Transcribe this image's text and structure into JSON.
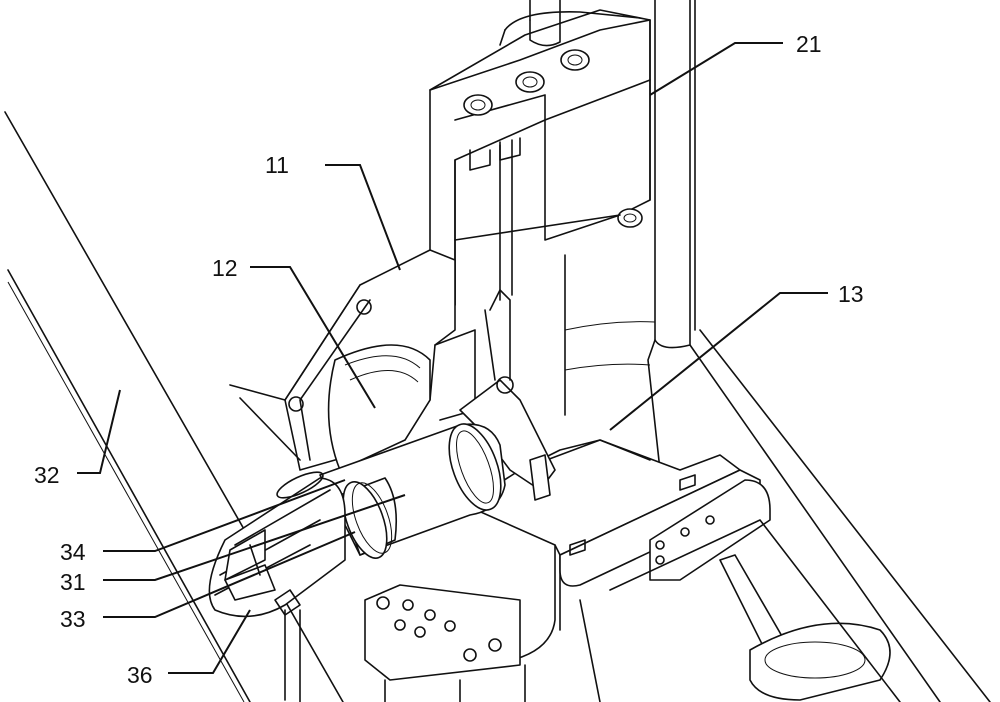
{
  "figure": {
    "labels": [
      {
        "id": "21",
        "text": "21"
      },
      {
        "id": "11",
        "text": "11"
      },
      {
        "id": "12",
        "text": "12"
      },
      {
        "id": "13",
        "text": "13"
      },
      {
        "id": "32",
        "text": "32"
      },
      {
        "id": "34",
        "text": "34"
      },
      {
        "id": "31",
        "text": "31"
      },
      {
        "id": "33",
        "text": "33"
      },
      {
        "id": "36",
        "text": "36"
      }
    ],
    "colors": {
      "line": "#111111",
      "background": "#ffffff"
    }
  }
}
